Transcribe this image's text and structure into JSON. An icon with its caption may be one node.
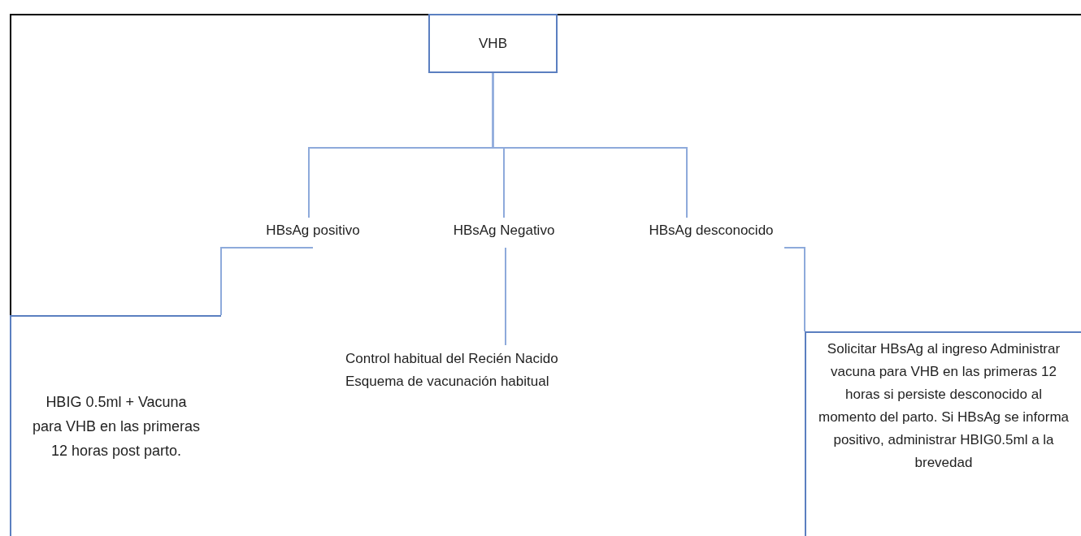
{
  "diagram": {
    "nodes": [
      {
        "text": [
          "VHB"
        ]
      },
      {
        "text": [
          "HBsAg positivo"
        ]
      },
      {
        "text": [
          "HBsAg Negativo"
        ]
      },
      {
        "text": [
          "HBsAg desconocido"
        ]
      },
      {
        "text": [
          "HBIG 0.5ml + Vacuna para VHB en las primeras 12 horas post parto."
        ]
      },
      {
        "text": [
          "Control habitual del Recién Nacido",
          "Esquema de vacunación habitual"
        ]
      },
      {
        "text": [
          "Solicitar HBsAg al ingreso Administrar vacuna para VHB en las primeras 12 horas si persiste desconocido al momento del parto. Si HBsAg se informa positivo, administrar HBIG0.5ml a la brevedad"
        ]
      }
    ],
    "edges": [
      {
        "from": 0,
        "to": 1,
        "arrow": "none"
      },
      {
        "from": 0,
        "to": 2,
        "arrow": "none"
      },
      {
        "from": 0,
        "to": 3,
        "arrow": "none"
      },
      {
        "from": 1,
        "to": 4,
        "arrow": "none"
      },
      {
        "from": 2,
        "to": 5,
        "arrow": "none"
      },
      {
        "from": 3,
        "to": 6,
        "arrow": "none"
      }
    ]
  }
}
